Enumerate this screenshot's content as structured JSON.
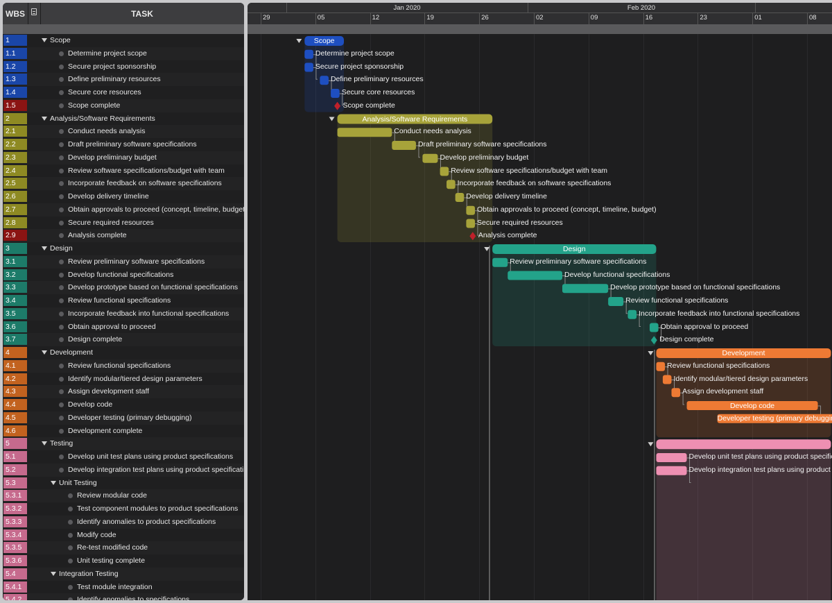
{
  "header": {
    "wbs": "WBS",
    "task": "TASK"
  },
  "timeline": {
    "months": [
      {
        "label": "Jan 2020"
      },
      {
        "label": "Feb 2020"
      }
    ],
    "weeks": [
      "29",
      "05",
      "12",
      "19",
      "26",
      "02",
      "09",
      "16",
      "23",
      "01",
      "08"
    ]
  },
  "colors": {
    "Scope": "#1e4fc1",
    "Analysis": "#a7a33a",
    "Design": "#23a38a",
    "Development": "#ee7a34",
    "Testing": "#ee8fb2"
  },
  "tasks": [
    {
      "wbs": "1",
      "name": "Scope",
      "level": 0,
      "type": "summary",
      "color": "Scope",
      "wbsColor": "#1a46a8",
      "start": 2,
      "dur": 18
    },
    {
      "wbs": "1.1",
      "name": "Determine project scope",
      "level": 1,
      "type": "task",
      "color": "Scope",
      "wbsColor": "#1a46a8",
      "start": 2,
      "dur": 4
    },
    {
      "wbs": "1.2",
      "name": "Secure project sponsorship",
      "level": 1,
      "type": "task",
      "color": "Scope",
      "wbsColor": "#1a46a8",
      "start": 2,
      "dur": 4
    },
    {
      "wbs": "1.3",
      "name": "Define preliminary resources",
      "level": 1,
      "type": "task",
      "color": "Scope",
      "wbsColor": "#1a46a8",
      "start": 9,
      "dur": 4
    },
    {
      "wbs": "1.4",
      "name": "Secure core resources",
      "level": 1,
      "type": "task",
      "color": "Scope",
      "wbsColor": "#1a46a8",
      "start": 14,
      "dur": 4
    },
    {
      "wbs": "1.5",
      "name": "Scope complete",
      "level": 1,
      "type": "milestone",
      "color": "#c0202a",
      "wbsColor": "#8b1413",
      "start": 17
    },
    {
      "wbs": "2",
      "name": "Analysis/Software Requirements",
      "level": 0,
      "type": "summary",
      "color": "Analysis",
      "wbsColor": "#8e8a23",
      "start": 17,
      "dur": 71
    },
    {
      "wbs": "2.1",
      "name": "Conduct needs analysis",
      "level": 1,
      "type": "task",
      "color": "Analysis",
      "wbsColor": "#8e8a23",
      "start": 17,
      "dur": 25
    },
    {
      "wbs": "2.2",
      "name": "Draft preliminary software specifications",
      "level": 1,
      "type": "task",
      "color": "Analysis",
      "wbsColor": "#8e8a23",
      "start": 42,
      "dur": 11
    },
    {
      "wbs": "2.3",
      "name": "Develop preliminary budget",
      "level": 1,
      "type": "task",
      "color": "Analysis",
      "wbsColor": "#8e8a23",
      "start": 56,
      "dur": 7
    },
    {
      "wbs": "2.4",
      "name": "Review software specifications/budget with team",
      "level": 1,
      "type": "task",
      "color": "Analysis",
      "wbsColor": "#8e8a23",
      "start": 64,
      "dur": 4
    },
    {
      "wbs": "2.5",
      "name": "Incorporate feedback on software specifications",
      "level": 1,
      "type": "task",
      "color": "Analysis",
      "wbsColor": "#8e8a23",
      "start": 67,
      "dur": 4
    },
    {
      "wbs": "2.6",
      "name": "Develop delivery timeline",
      "level": 1,
      "type": "task",
      "color": "Analysis",
      "wbsColor": "#8e8a23",
      "start": 71,
      "dur": 4
    },
    {
      "wbs": "2.7",
      "name": "Obtain approvals to proceed (concept, timeline, budget)",
      "level": 1,
      "type": "task",
      "color": "Analysis",
      "wbsColor": "#8e8a23",
      "start": 76,
      "dur": 4
    },
    {
      "wbs": "2.8",
      "name": "Secure required resources",
      "level": 1,
      "type": "task",
      "color": "Analysis",
      "wbsColor": "#8e8a23",
      "start": 76,
      "dur": 4
    },
    {
      "wbs": "2.9",
      "name": "Analysis complete",
      "level": 1,
      "type": "milestone",
      "color": "#c0202a",
      "wbsColor": "#8b1413",
      "start": 79
    },
    {
      "wbs": "3",
      "name": "Design",
      "level": 0,
      "type": "summary",
      "color": "Design",
      "wbsColor": "#1d7b69",
      "start": 88,
      "dur": 75
    },
    {
      "wbs": "3.1",
      "name": "Review preliminary software specifications",
      "level": 1,
      "type": "task",
      "color": "Design",
      "wbsColor": "#1d7b69",
      "start": 88,
      "dur": 7
    },
    {
      "wbs": "3.2",
      "name": "Develop functional specifications",
      "level": 1,
      "type": "task",
      "color": "Design",
      "wbsColor": "#1d7b69",
      "start": 95,
      "dur": 25
    },
    {
      "wbs": "3.3",
      "name": "Develop prototype based on functional specifications",
      "level": 1,
      "type": "task",
      "color": "Design",
      "wbsColor": "#1d7b69",
      "start": 120,
      "dur": 21
    },
    {
      "wbs": "3.4",
      "name": "Review functional specifications",
      "level": 1,
      "type": "task",
      "color": "Design",
      "wbsColor": "#1d7b69",
      "start": 141,
      "dur": 7
    },
    {
      "wbs": "3.5",
      "name": "Incorporate feedback into functional specifications",
      "level": 1,
      "type": "task",
      "color": "Design",
      "wbsColor": "#1d7b69",
      "start": 150,
      "dur": 4
    },
    {
      "wbs": "3.6",
      "name": "Obtain approval to proceed",
      "level": 1,
      "type": "task",
      "color": "Design",
      "wbsColor": "#1d7b69",
      "start": 160,
      "dur": 4
    },
    {
      "wbs": "3.7",
      "name": "Design complete",
      "level": 1,
      "type": "milestone",
      "color": "#23a38a",
      "wbsColor": "#1d7b69",
      "start": 162
    },
    {
      "wbs": "4",
      "name": "Development",
      "level": 0,
      "type": "summary",
      "color": "Development",
      "wbsColor": "#c2621f",
      "start": 163,
      "dur": 80
    },
    {
      "wbs": "4.1",
      "name": "Review functional specifications",
      "level": 1,
      "type": "task",
      "color": "Development",
      "wbsColor": "#c2621f",
      "start": 163,
      "dur": 4
    },
    {
      "wbs": "4.2",
      "name": "Identify modular/tiered design parameters",
      "level": 1,
      "type": "task",
      "color": "Development",
      "wbsColor": "#c2621f",
      "start": 166,
      "dur": 4
    },
    {
      "wbs": "4.3",
      "name": "Assign development staff",
      "level": 1,
      "type": "task",
      "color": "Development",
      "wbsColor": "#c2621f",
      "start": 170,
      "dur": 4
    },
    {
      "wbs": "4.4",
      "name": "Develop code",
      "level": 1,
      "type": "task",
      "color": "Development",
      "wbsColor": "#c2621f",
      "start": 177,
      "dur": 60,
      "inside": true
    },
    {
      "wbs": "4.5",
      "name": "Developer testing (primary debugging)",
      "level": 1,
      "type": "task",
      "color": "Development",
      "wbsColor": "#c2621f",
      "start": 191,
      "dur": 60,
      "inside": true
    },
    {
      "wbs": "4.6",
      "name": "Development complete",
      "level": 1,
      "type": "none",
      "wbsColor": "#c2621f"
    },
    {
      "wbs": "5",
      "name": "Testing",
      "level": 0,
      "type": "summary",
      "color": "Testing",
      "wbsColor": "#c66a8d",
      "start": 163,
      "dur": 80,
      "nolabel": true
    },
    {
      "wbs": "5.1",
      "name": "Develop unit test plans using product specifications",
      "level": 1,
      "type": "task",
      "color": "Testing",
      "wbsColor": "#c66a8d",
      "start": 163,
      "dur": 14
    },
    {
      "wbs": "5.2",
      "name": "Develop integration test plans using product specificati...",
      "level": 1,
      "type": "task",
      "color": "Testing",
      "wbsColor": "#c66a8d",
      "start": 163,
      "dur": 14,
      "barText": "Develop integration test plans using product specifications"
    },
    {
      "wbs": "5.3",
      "name": "Unit Testing",
      "level": 1,
      "type": "group",
      "wbsColor": "#c66a8d"
    },
    {
      "wbs": "5.3.1",
      "name": "Review modular code",
      "level": 2,
      "type": "none",
      "wbsColor": "#c66a8d"
    },
    {
      "wbs": "5.3.2",
      "name": "Test component modules to product specifications",
      "level": 2,
      "type": "none",
      "wbsColor": "#c66a8d"
    },
    {
      "wbs": "5.3.3",
      "name": "Identify anomalies to product specifications",
      "level": 2,
      "type": "none",
      "wbsColor": "#c66a8d"
    },
    {
      "wbs": "5.3.4",
      "name": "Modify code",
      "level": 2,
      "type": "none",
      "wbsColor": "#c66a8d"
    },
    {
      "wbs": "5.3.5",
      "name": "Re-test modified code",
      "level": 2,
      "type": "none",
      "wbsColor": "#c66a8d"
    },
    {
      "wbs": "5.3.6",
      "name": "Unit testing complete",
      "level": 2,
      "type": "none",
      "wbsColor": "#c66a8d"
    },
    {
      "wbs": "5.4",
      "name": "Integration Testing",
      "level": 1,
      "type": "group",
      "wbsColor": "#c66a8d"
    },
    {
      "wbs": "5.4.1",
      "name": "Test module integration",
      "level": 2,
      "type": "none",
      "wbsColor": "#c66a8d"
    },
    {
      "wbs": "5.4.2",
      "name": "Identify anomalies to specifications",
      "level": 2,
      "type": "none",
      "wbsColor": "#c66a8d"
    }
  ]
}
